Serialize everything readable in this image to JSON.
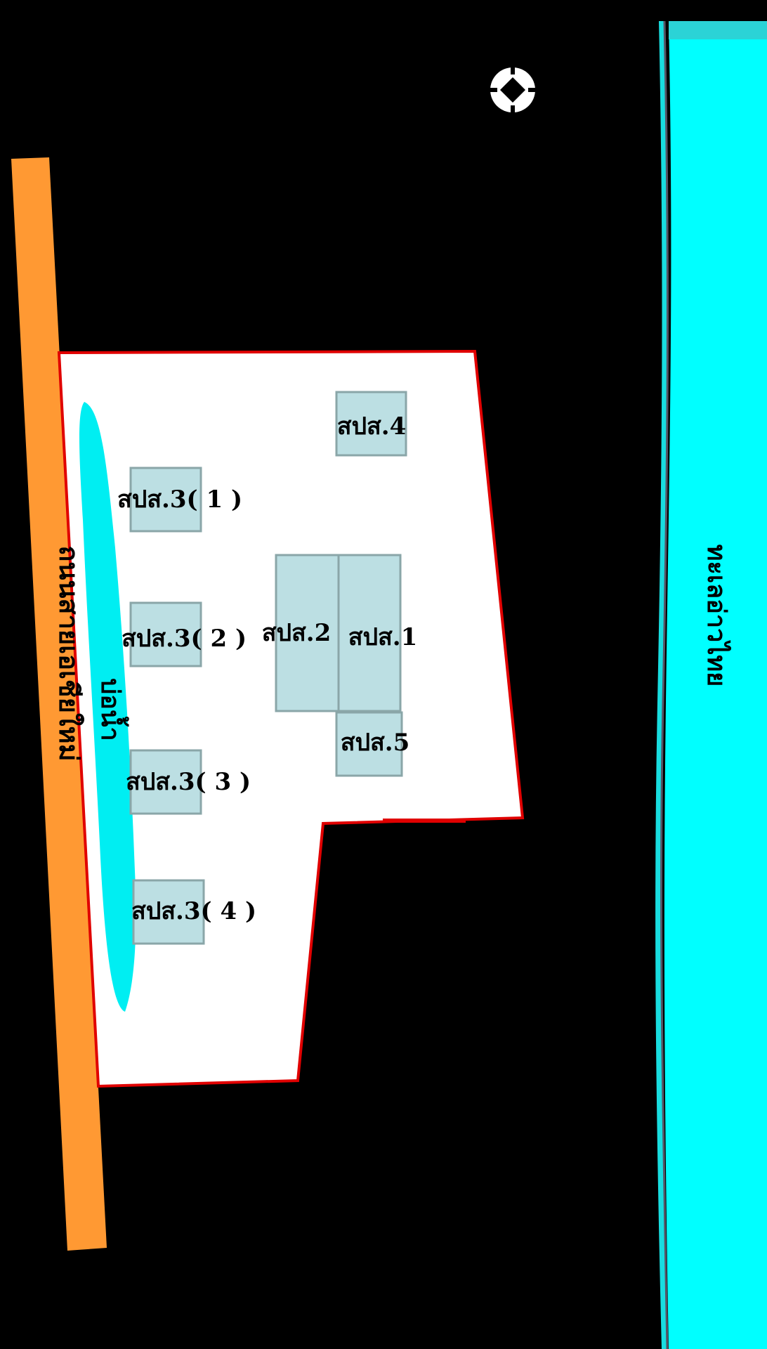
{
  "map": {
    "road_label": "ถนนสายเอเชียใหม่",
    "sea_label": "ทะเลอ่าวไทย",
    "pond_label": "บ่อน้ำ",
    "buildings": [
      {
        "id": "b1",
        "label": "สปส.1"
      },
      {
        "id": "b2",
        "label": "สปส.2"
      },
      {
        "id": "b3-1",
        "label": "สปส.3( 1 )"
      },
      {
        "id": "b3-2",
        "label": "สปส.3( 2 )"
      },
      {
        "id": "b3-3",
        "label": "สปส.3( 3 )"
      },
      {
        "id": "b3-4",
        "label": "สปส.3( 4 )"
      },
      {
        "id": "b4",
        "label": "สปส.4"
      },
      {
        "id": "b5",
        "label": "สปส.5"
      }
    ],
    "colors": {
      "background": "#000000",
      "sea": "#00FFFF",
      "road": "#FF9933",
      "site": "#FFFFFF",
      "site_border": "#E00000",
      "building_fill": "#BCDFE3",
      "building_border": "#8AA6A8",
      "pond": "#00EEF2",
      "compass": "#FFFFFF"
    },
    "icons": [
      "compass-icon"
    ]
  }
}
